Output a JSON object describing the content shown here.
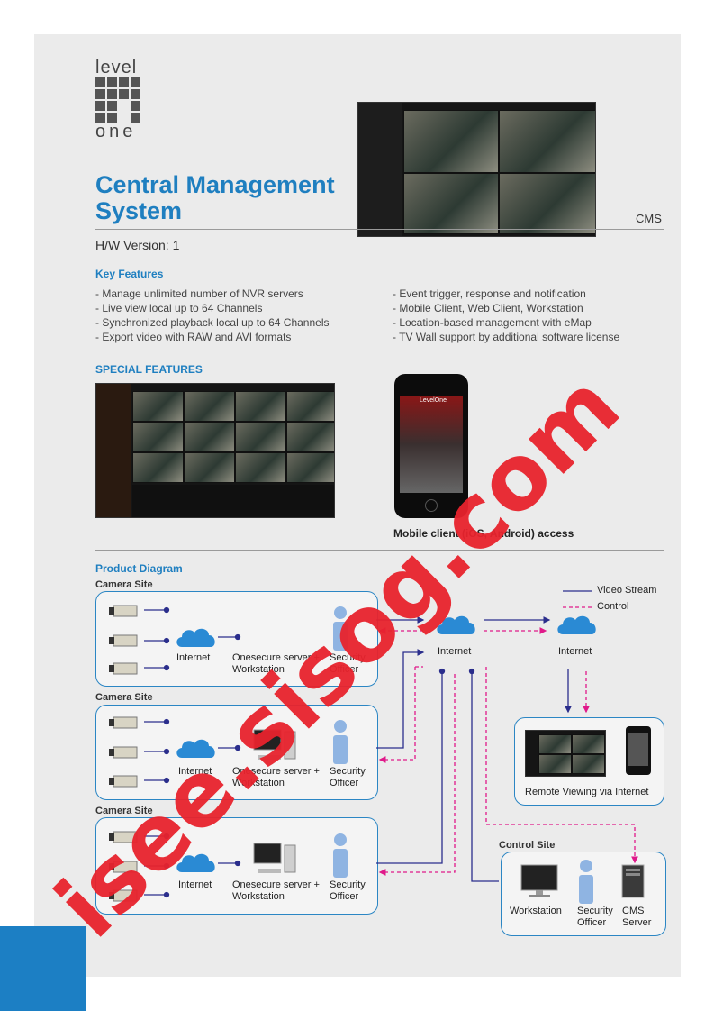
{
  "brand": {
    "line1": "level",
    "line2": "one"
  },
  "title": {
    "line1": "Central Management",
    "line2": "System"
  },
  "cms_label": "CMS",
  "hw_version": "H/W Version: 1",
  "key_features": {
    "heading": "Key Features",
    "left": [
      "- Manage unlimited number of NVR servers",
      "- Live view local up to 64 Channels",
      "- Synchronized playback local up to 64 Channels",
      "- Export video with RAW and AVI formats"
    ],
    "right": [
      "- Event trigger, response and notification",
      "- Mobile Client, Web Client, Workstation",
      "- Location-based management with eMap",
      "- TV Wall support by additional software license"
    ]
  },
  "special": {
    "heading": "SPECIAL FEATURES",
    "phone_caption": "Mobile client (iOS, Android) access",
    "phone_brand": "LevelOne"
  },
  "diagram": {
    "heading": "Product Diagram",
    "camera_site": "Camera Site",
    "internet": "Internet",
    "server_l1": "Onesecure server +",
    "server_l2": "Workstation",
    "officer_l1": "Security",
    "officer_l2": "Officer",
    "legend_video": "Video Stream",
    "legend_control": "Control",
    "remote": "Remote Viewing via Internet",
    "control_site": "Control Site",
    "workstation": "Workstation",
    "cms_l1": "CMS",
    "cms_l2": "Server"
  },
  "watermark": "isee.sisog.com",
  "colors": {
    "accent": "#1f7fc0",
    "video": "#2b2e8c",
    "control": "#e0198a",
    "watermark": "#e8232d"
  }
}
